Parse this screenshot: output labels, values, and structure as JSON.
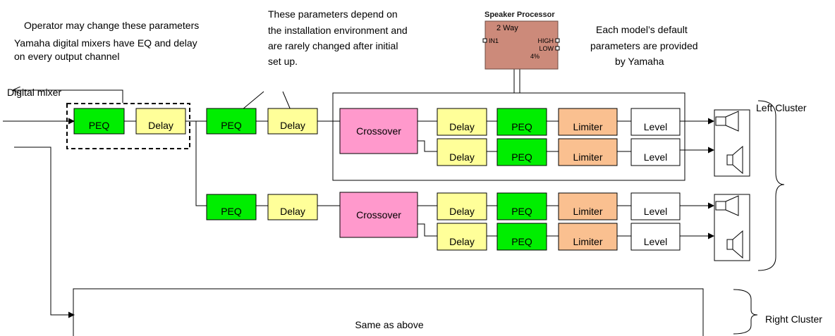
{
  "annotations": {
    "operator_note": "Operator may change these parameters",
    "yamaha_note_line1": "Yamaha digital mixers have EQ and delay",
    "yamaha_note_line2": "on every output channel",
    "install_note_line1": "These parameters depend on",
    "install_note_line2": "the installation environment and",
    "install_note_line3": "are rarely changed after initial",
    "install_note_line4": "set up.",
    "defaults_note_line1": "Each model’s default",
    "defaults_note_line2": "parameters are provided",
    "defaults_note_line3": "by Yamaha"
  },
  "labels": {
    "digital_mixer": "Digital mixer",
    "left_cluster": "Left Cluster",
    "right_cluster": "Right Cluster",
    "same_as_above": "Same as above"
  },
  "speaker_processor": {
    "title": "Speaker Processor",
    "mode": "2 Way",
    "input": "IN1",
    "high": "HIGH",
    "low": "LOW",
    "percent": "4%"
  },
  "blocks": {
    "peq": "PEQ",
    "delay": "Delay",
    "crossover": "Crossover",
    "limiter": "Limiter",
    "level": "Level"
  },
  "colors": {
    "peq": "#00ee00",
    "delay": "#ffff99",
    "crossover": "#ff99cc",
    "limiter": "#fac090",
    "level": "#ffffff",
    "processor": "#cc8a7a"
  }
}
